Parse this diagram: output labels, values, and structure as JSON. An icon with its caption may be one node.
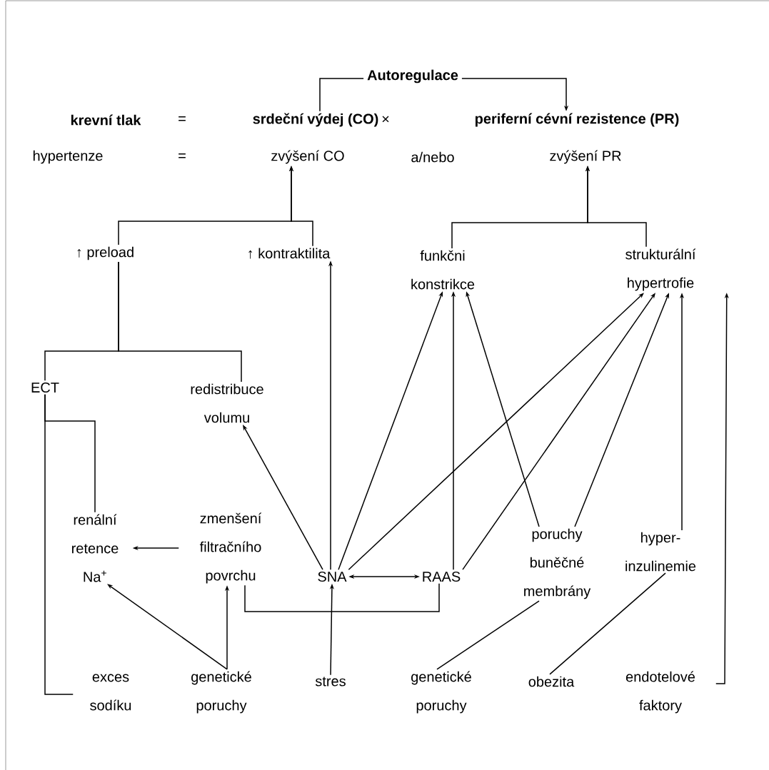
{
  "diagram": {
    "nodes": [
      {
        "text": [
          "krevní tlak"
        ]
      },
      {
        "text": [
          "srdeční výdej (CO)"
        ]
      },
      {
        "text": [
          "periferní cévní rezistence (PR)"
        ]
      },
      {
        "text": [
          "hypertenze"
        ]
      },
      {
        "text": [
          "zvýšení CO"
        ]
      },
      {
        "text": [
          "zvýšení PR"
        ]
      },
      {
        "text": [
          "↑ preload"
        ]
      },
      {
        "text": [
          "↑ kontraktilita"
        ]
      },
      {
        "text": [
          "funkčni konstrikce"
        ]
      },
      {
        "text": [
          "strukturální hypertrofie"
        ]
      },
      {
        "text": [
          "ECT"
        ]
      },
      {
        "text": [
          "redistribuce volumu"
        ]
      },
      {
        "text": [
          "renální retence Na$^{+}$"
        ]
      },
      {
        "text": [
          "zmenšení filtračního povrchu"
        ]
      },
      {
        "text": [
          "SNA"
        ]
      },
      {
        "text": [
          "RAAS"
        ]
      },
      {
        "text": [
          "poruchy buněčné membrány"
        ]
      },
      {
        "text": [
          "hyper- inzulinemie"
        ]
      },
      {
        "text": [
          "exces sodíku"
        ]
      },
      {
        "text": [
          "genetické poruchy"
        ]
      },
      {
        "text": [
          "stres"
        ]
      },
      {
        "text": [
          "genetické poruchy"
        ]
      },
      {
        "text": [
          "obezita"
        ]
      },
      {
        "text": [
          "endotelové faktory"
        ]
      }
    ],
    "edges": [
      {
        "from": 1,
        "to": 2,
        "arrow": "to",
        "label": "Autoregulace"
      },
      {
        "from": 6,
        "to": 4,
        "arrow": "to"
      },
      {
        "from": 7,
        "to": 4,
        "arrow": "to"
      },
      {
        "from": 8,
        "to": 5,
        "arrow": "to"
      },
      {
        "from": 9,
        "to": 5,
        "arrow": "to"
      },
      {
        "from": 10,
        "to": 6,
        "arrow": "none"
      },
      {
        "from": 11,
        "to": 6,
        "arrow": "none"
      },
      {
        "from": 12,
        "to": 10,
        "arrow": "none"
      },
      {
        "from": 18,
        "to": 10,
        "arrow": "none"
      },
      {
        "from": 13,
        "to": 12,
        "arrow": "to"
      },
      {
        "from": 19,
        "to": 12,
        "arrow": "to"
      },
      {
        "from": 19,
        "to": 13,
        "arrow": "to"
      },
      {
        "from": 20,
        "to": 14,
        "arrow": "to"
      },
      {
        "from": 14,
        "to": 15,
        "arrow": "both"
      },
      {
        "from": 13,
        "to": 15,
        "arrow": "none"
      },
      {
        "from": 14,
        "to": 11,
        "arrow": "to"
      },
      {
        "from": 14,
        "to": 7,
        "arrow": "to"
      },
      {
        "from": 14,
        "to": 8,
        "arrow": "to"
      },
      {
        "from": 14,
        "to": 9,
        "arrow": "to"
      },
      {
        "from": 15,
        "to": 8,
        "arrow": "to"
      },
      {
        "from": 15,
        "to": 9,
        "arrow": "to"
      },
      {
        "from": 16,
        "to": 8,
        "arrow": "to"
      },
      {
        "from": 16,
        "to": 9,
        "arrow": "to"
      },
      {
        "from": 17,
        "to": 9,
        "arrow": "to"
      },
      {
        "from": 21,
        "to": 16,
        "arrow": "none"
      },
      {
        "from": 22,
        "to": 17,
        "arrow": "none"
      },
      {
        "from": 23,
        "to": 9,
        "arrow": "to"
      }
    ],
    "labels": [
      "=",
      "×",
      "=",
      "a/nebo"
    ]
  }
}
